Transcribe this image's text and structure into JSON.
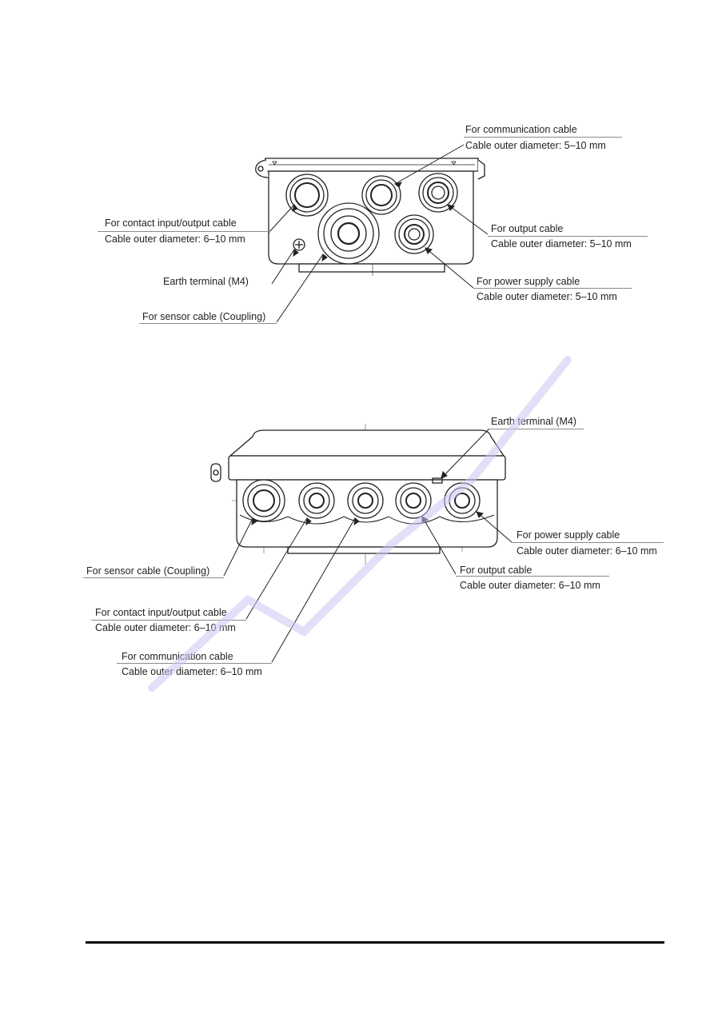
{
  "figure_top": {
    "labels": {
      "comm_title": "For communication cable",
      "comm_dia": "Cable outer diameter: 5–10 mm",
      "contact_title": "For contact input/output cable",
      "contact_dia": "Cable outer diameter: 6–10 mm",
      "output_title": "For output cable",
      "output_dia": "Cable outer diameter: 5–10 mm",
      "power_title": "For power supply cable",
      "power_dia": "Cable outer diameter: 5–10 mm",
      "earth": "Earth terminal (M4)",
      "sensor": "For sensor cable (Coupling)"
    }
  },
  "figure_bottom": {
    "labels": {
      "earth": "Earth terminal (M4)",
      "power_title": "For power supply cable",
      "power_dia": "Cable outer diameter: 6–10 mm",
      "sensor": "For sensor cable (Coupling)",
      "output_title": "For output cable",
      "output_dia": "Cable outer diameter: 6–10 mm",
      "contact_title": "For contact input/output cable",
      "contact_dia": "Cable outer diameter: 6–10 mm",
      "comm_title": "For communication cable",
      "comm_dia": "Cable outer diameter: 6–10 mm"
    }
  },
  "colors": {
    "line": "#222222",
    "leader": "#8a8a8a",
    "watermark": "#c9c6f2"
  }
}
